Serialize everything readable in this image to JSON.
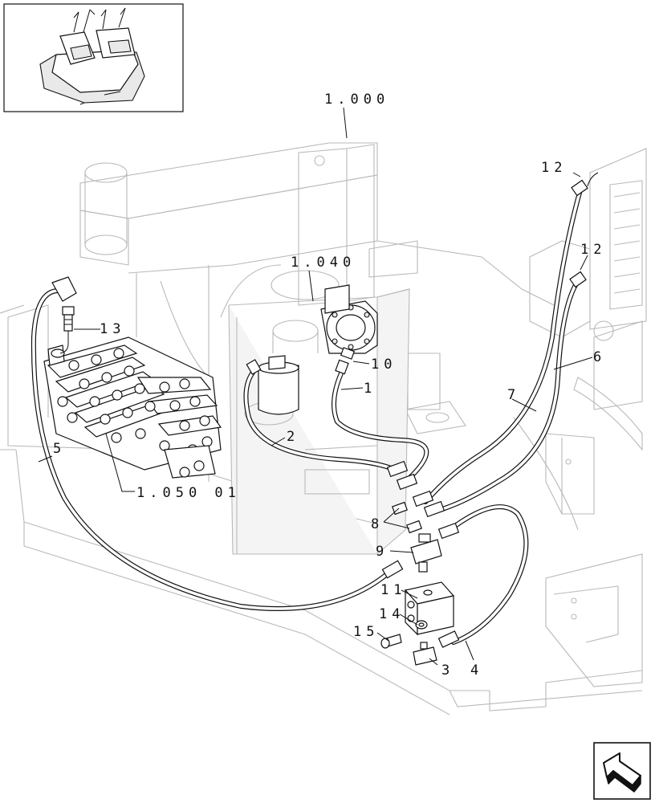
{
  "labels": {
    "ref_1000": "1.000",
    "ref_1040": "1.040",
    "ref_1050": "1.050 01",
    "p1": "1",
    "p2": "2",
    "p3": "3",
    "p4": "4",
    "p5": "5",
    "p6": "6",
    "p7": "7",
    "p8": "8",
    "p9": "9",
    "p10": "10",
    "p11": "11",
    "p12a": "12",
    "p12b": "12",
    "p13": "13",
    "p14": "14",
    "p15": "15"
  },
  "icons": {
    "thumbnail": "machine-cab-thumbnail",
    "nav": "next-page-arrow-icon"
  }
}
